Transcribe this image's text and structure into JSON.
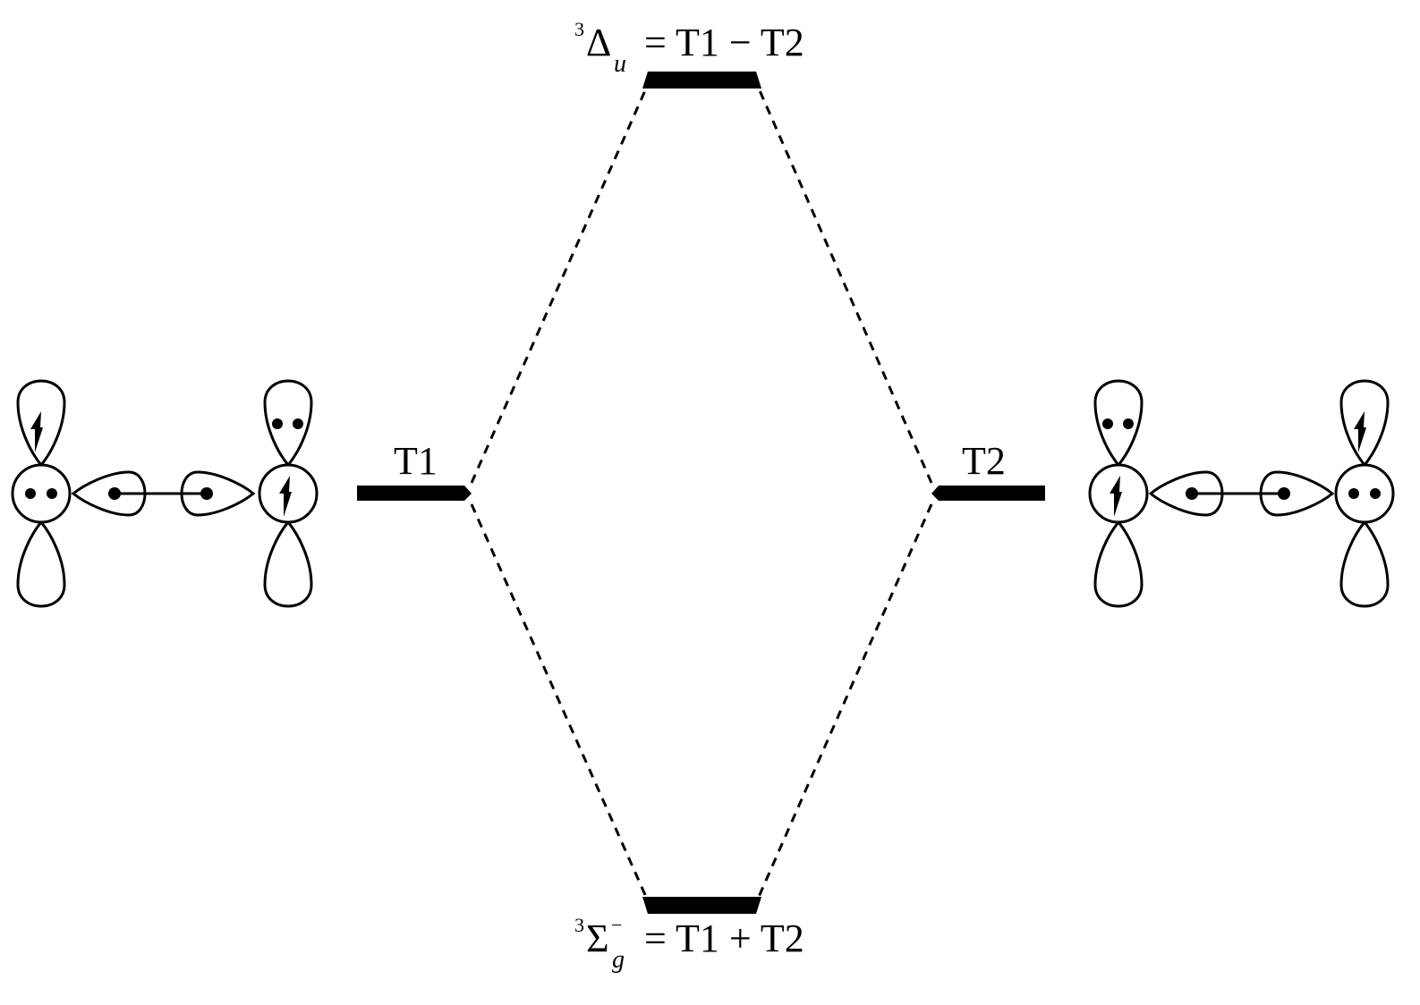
{
  "diagram": {
    "upper_state": {
      "term_sup": "3",
      "term_symbol": "Δ",
      "term_sub": "u",
      "term_sup2": "",
      "expression": "= T1 − T2"
    },
    "lower_state": {
      "term_sup": "3",
      "term_symbol": "Σ",
      "term_sub": "g",
      "term_sup2": "−",
      "expression": "= T1 + T2"
    },
    "left_level_label": "T1",
    "right_level_label": "T2"
  }
}
